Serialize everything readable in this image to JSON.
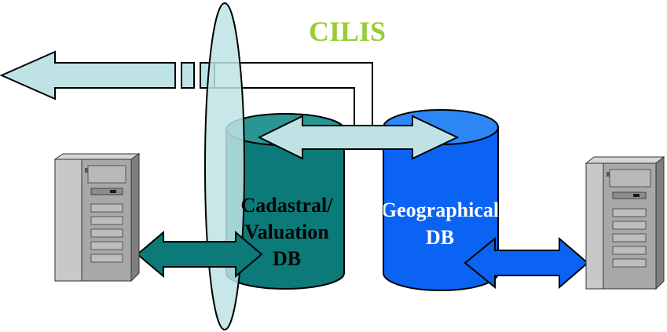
{
  "title": "CILIS",
  "databases": {
    "cadastral": {
      "line1": "Cadastral/",
      "line2": "Valuation",
      "line3": "DB"
    },
    "geographical": {
      "line1": "Geographical",
      "line2": "DB"
    }
  },
  "colors": {
    "title": "#99cc33",
    "cadastral_body": "#0b7a78",
    "cadastral_top": "#2b9592",
    "geographical_body": "#0a63f2",
    "geographical_top": "#2d86f6",
    "link": "#bfe3e5",
    "server_body": "#b4b4b4"
  },
  "icons": [
    "server-icon",
    "server-icon"
  ]
}
